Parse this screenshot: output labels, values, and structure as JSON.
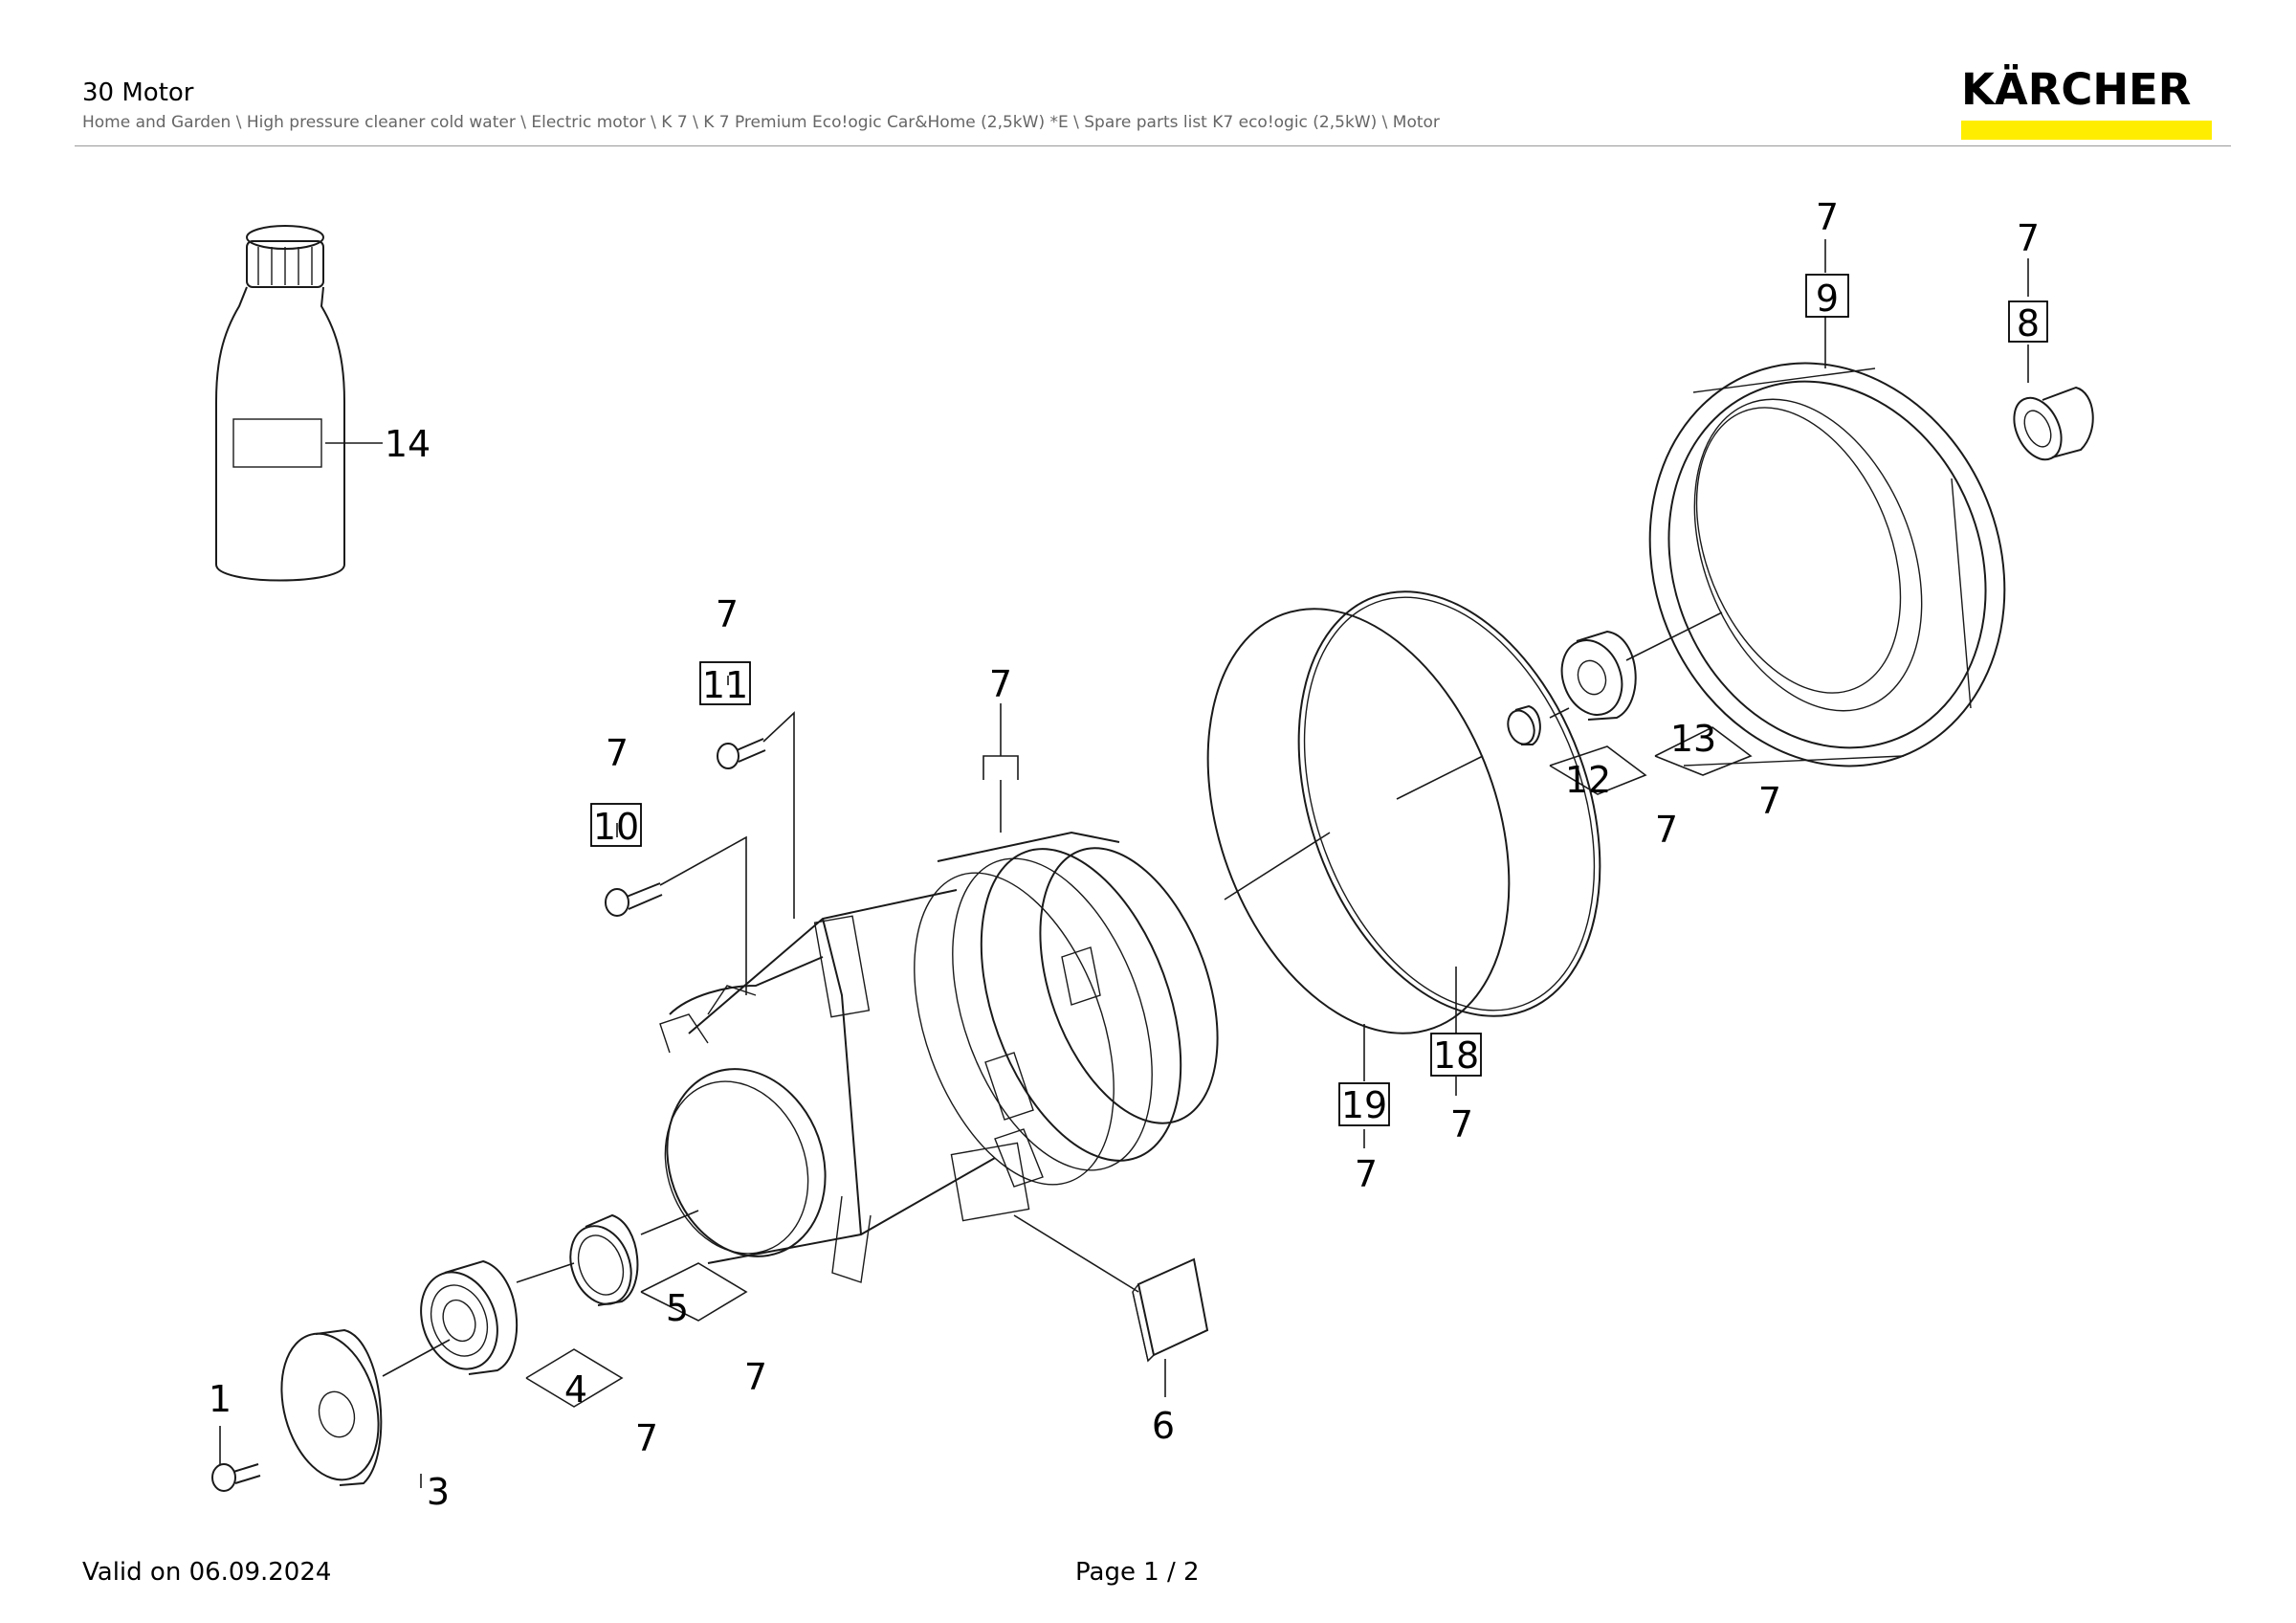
{
  "header": {
    "title": "30 Motor",
    "breadcrumb": "Home and Garden \\ High pressure cleaner cold water \\ Electric motor \\ K 7 \\ K 7 Premium Eco!ogic Car&Home (2,5kW) *E \\ Spare parts list K7 eco!ogic (2,5kW) \\ Motor"
  },
  "logo": {
    "text": "KÄRCHER",
    "accent_color": "#ffed00"
  },
  "callouts": {
    "c1": "1",
    "c3": "3",
    "c4": "4",
    "c4_sub": "7",
    "c5": "5",
    "c5_sub": "7",
    "c6": "6",
    "c7_motor": "7",
    "c8": "8",
    "c8_top": "7",
    "c9": "9",
    "c9_top": "7",
    "c10": "10",
    "c10_top": "7",
    "c11": "11",
    "c11_top": "7",
    "c12": "12",
    "c12_sub": "7",
    "c13": "13",
    "c13_sub": "7",
    "c14": "14",
    "c18": "18",
    "c18_sub": "7",
    "c19": "19",
    "c19_sub": "7"
  },
  "footer": {
    "valid": "Valid on 06.09.2024",
    "page": "Page 1 / 2"
  }
}
